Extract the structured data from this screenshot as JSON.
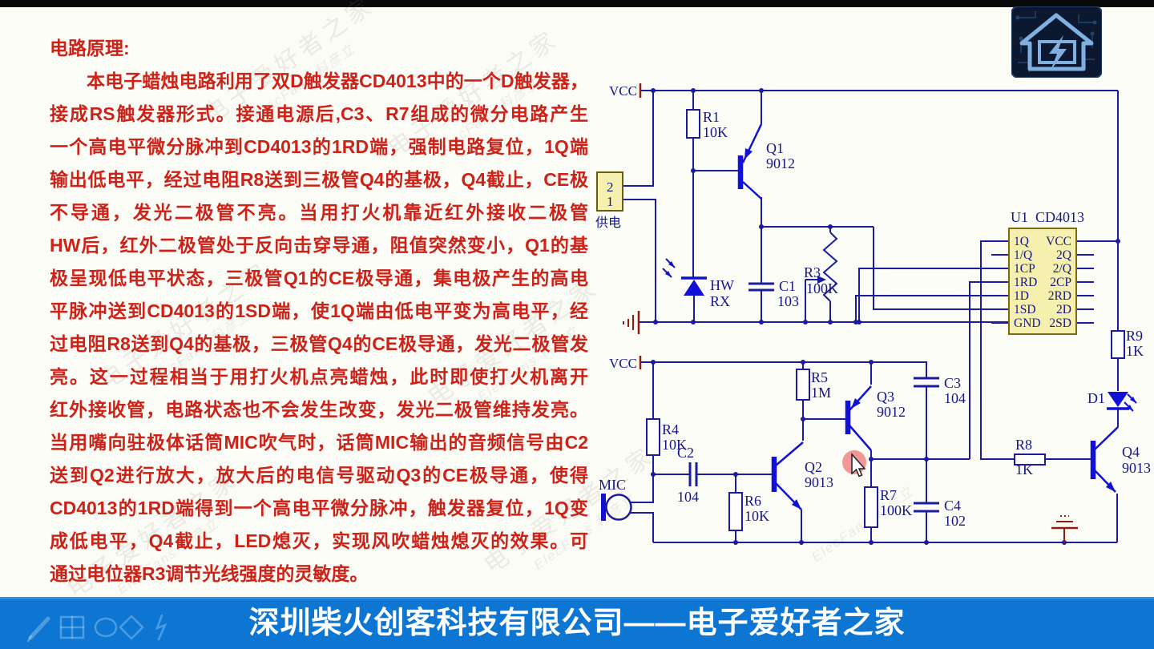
{
  "article": {
    "heading": "电路原理:",
    "lines": [
      "本电子蜡烛电路利用了双D触发器CD4013中的一个D触发器，",
      "接成RS触发器形式。接通电源后,C3、R7组成的微分电路产生",
      "一个高电平微分脉冲到CD4013的1RD端，强制电路复位，1Q端",
      "输出低电平，经过电阻R8送到三极管Q4的基极，Q4截止，CE极",
      "不导通，发光二极管不亮。当用打火机靠近红外接收二极管",
      "HW后，红外二极管处于反向击穿导通，阻值突然变小，Q1的基",
      "极呈现低电平状态，三极管Q1的CE极导通，集电极产生的高电",
      "平脉冲送到CD4013的1SD端，使1Q端由低电平变为高电平，经",
      "过电阻R8送到Q4的基极，三极管Q4的CE极导通，发光二极管发",
      "亮。这一过程相当于用打火机点亮蜡烛，此时即使打火机离开",
      "红外接收管，电路状态也不会发生改变，发光二极管维持发亮。",
      "当用嘴向驻极体话筒MIC吹气时，话筒MIC输出的音频信号由C2",
      "送到Q2进行放大，放大后的电信号驱动Q3的CE极导通，使得",
      "CD4013的1RD端得到一个高电平微分脉冲，触发器复位，1Q变",
      "成低电平，Q4截止，LED熄灭，实现风吹蜡烛熄灭的效果。可",
      "通过电位器R3调节光线强度的灵敏度。"
    ],
    "text_color": "#cc2218"
  },
  "watermark": {
    "cn": "电子爱好者之家",
    "en": "ElecFans",
    "extra": "科彦立"
  },
  "schematic": {
    "vcc_label": "VCC",
    "connector": {
      "pin_top": "2",
      "pin_bottom": "1",
      "label": "供电"
    },
    "parts": {
      "r1": {
        "ref": "R1",
        "val": "10K"
      },
      "q1": {
        "ref": "Q1",
        "val": "9012"
      },
      "hw": {
        "ref": "HW",
        "val": "RX"
      },
      "c1": {
        "ref": "C1",
        "val": "103"
      },
      "r3": {
        "ref": "R3",
        "val": "100K"
      },
      "r9": {
        "ref": "R9",
        "val": "1K"
      },
      "d1": {
        "ref": "D1"
      },
      "r8": {
        "ref": "R8",
        "val": "1K"
      },
      "q4": {
        "ref": "Q4",
        "val": "9013"
      },
      "r4": {
        "ref": "R4",
        "val": "10K"
      },
      "c2": {
        "ref": "C2",
        "val": "104"
      },
      "mic": {
        "ref": "MIC"
      },
      "r6": {
        "ref": "R6",
        "val": "10K"
      },
      "q2": {
        "ref": "Q2",
        "val": "9013"
      },
      "r5": {
        "ref": "R5",
        "val": "1M"
      },
      "q3": {
        "ref": "Q3",
        "val": "9012"
      },
      "c3": {
        "ref": "C3",
        "val": "104"
      },
      "r7": {
        "ref": "R7",
        "val": "100K"
      },
      "c4": {
        "ref": "C4",
        "val": "102"
      }
    },
    "ic": {
      "ref": "U1",
      "name": "CD4013",
      "pins_left": [
        "1Q",
        "1/Q",
        "1CP",
        "1RD",
        "1D",
        "1SD",
        "GND"
      ],
      "pins_right": [
        "VCC",
        "2Q",
        "2/Q",
        "2CP",
        "2RD",
        "2D",
        "2SD"
      ]
    },
    "wire_color": "#1b1b9e",
    "component_color": "#1111d6",
    "power_color": "#8b1e12",
    "ic_fill": "#f6f0ae"
  },
  "footer": {
    "company": "深圳柴火创客科技有限公司——电子爱好者之家",
    "bar_color": "#0d76d2"
  }
}
